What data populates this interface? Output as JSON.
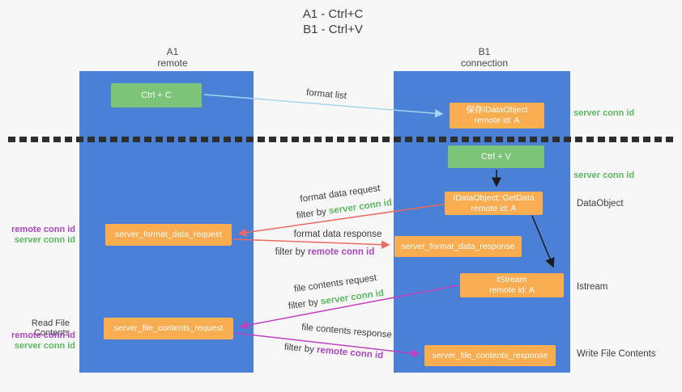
{
  "title": {
    "line1": "A1 - Ctrl+C",
    "line2": "B1 - Ctrl+V"
  },
  "lanes": {
    "left": {
      "name": "A1",
      "role": "remote"
    },
    "right": {
      "name": "B1",
      "role": "connection"
    }
  },
  "colors": {
    "lane_blue": "#4a80d5",
    "green_box": "#7cc478",
    "orange_box": "#f9ac50",
    "green_id_text": "#5cb860",
    "purple_id_text": "#ab47bc",
    "red_arrow": "#e96a5f",
    "magenta_arrow": "#bf42bf",
    "light_blue_arrow": "#a5d5f2",
    "black_arrow": "#1a1a1a"
  },
  "nodes": {
    "ctrl_c": {
      "label": "Ctrl + C"
    },
    "ctrl_v": {
      "label": "Ctrl + V"
    },
    "save_dataobject": {
      "line1": "保存IDataObject",
      "line2": "remote id: A"
    },
    "getdata": {
      "line1": "IDataObject::GetData",
      "line2": "remote id: A"
    },
    "istream": {
      "line1": "IStream",
      "line2": "remote id: A"
    },
    "format_request": {
      "label": "server_format_data_request"
    },
    "format_response": {
      "label": "server_format_data_response"
    },
    "file_request": {
      "label": "server_file_contents_request"
    },
    "file_response": {
      "label": "server_file_contents_response"
    }
  },
  "flows": {
    "format_list": {
      "label": "format list"
    },
    "format_data_request": {
      "label": "format data request",
      "filter_prefix": "filter by ",
      "filter_value": "server conn id"
    },
    "format_data_response": {
      "label": "format data response",
      "filter_prefix": "filter by ",
      "filter_value": "remote conn id"
    },
    "file_contents_request": {
      "label": "file contents request",
      "filter_prefix": "filter by ",
      "filter_value": "server conn id"
    },
    "file_contents_response": {
      "label": "file contents response",
      "filter_prefix": "filter by ",
      "filter_value": "remote conn id"
    }
  },
  "side_labels": {
    "server_conn_id_top": "server conn id",
    "server_conn_id_mid": "server conn id",
    "dataobject": "DataObject",
    "istream": "Istream",
    "read_file_contents": "Read File Contents",
    "write_file_contents": "Write File Contents",
    "left_group1": {
      "remote": "remote conn id",
      "server": "server conn id"
    },
    "left_group2": {
      "remote": "remote conn id",
      "server": "server conn id"
    }
  }
}
